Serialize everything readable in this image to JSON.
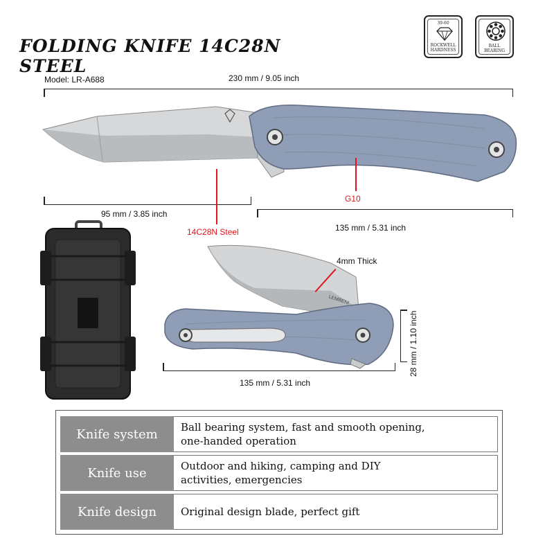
{
  "header": {
    "title": "FOLDING KNIFE 14C28N STEEL"
  },
  "badges": {
    "rockwell": {
      "range": "39-60",
      "line1": "ROCKWELL",
      "line2": "HARDNESS",
      "icon": "diamond-icon"
    },
    "bearing": {
      "line1": "BALL",
      "line2": "BEARING",
      "icon": "ball-bearing-icon"
    }
  },
  "dimensions": {
    "model": "Model: LR-A688",
    "overall_length": "230 mm / 9.05 inch",
    "blade_length": "95 mm / 3.85 inch",
    "handle_length": "135 mm / 5.31 inch",
    "handle_material": "G10",
    "blade_material": "14C28N Steel",
    "thickness": "4mm Thick",
    "closed_length": "135 mm / 5.31 inch",
    "handle_width": "28 mm / 1.10 inch",
    "blade_brand": "LEMBENI"
  },
  "specs": [
    {
      "key": "Knife system",
      "line1": "Ball bearing system, fast and smooth opening,",
      "line2": "one-handed operation"
    },
    {
      "key": "Knife use",
      "line1": "Outdoor and hiking, camping and DIY",
      "line2": "activities, emergencies"
    },
    {
      "key": "Knife design",
      "line1": "Original design blade, perfect gift",
      "line2": ""
    }
  ],
  "colors": {
    "handle": "#8f9db6",
    "blade": "#d9dadb",
    "accent_red": "#e0141b",
    "table_header": "#8d8d8d",
    "case": "#2b2b2b"
  }
}
